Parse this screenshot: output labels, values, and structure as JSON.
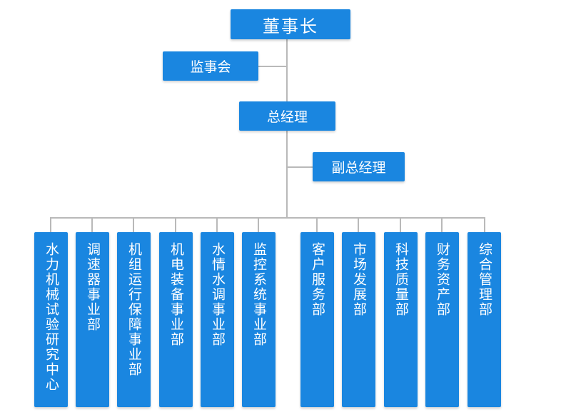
{
  "chairman": "董事长",
  "supervisory_board": "监事会",
  "general_manager": "总经理",
  "deputy_general_manager": "副总经理",
  "departments": [
    "水力机械试验研究中心",
    "调速器事业部",
    "机组运行保障事业部",
    "机电装备事业部",
    "水情水调事业部",
    "监控系统事业部",
    "客户服务部",
    "市场发展部",
    "科技质量部",
    "财务资产部",
    "综合管理部"
  ],
  "colors": {
    "box": "#1a86e0",
    "text": "#ffffff",
    "connector": "#b9b9b9"
  }
}
